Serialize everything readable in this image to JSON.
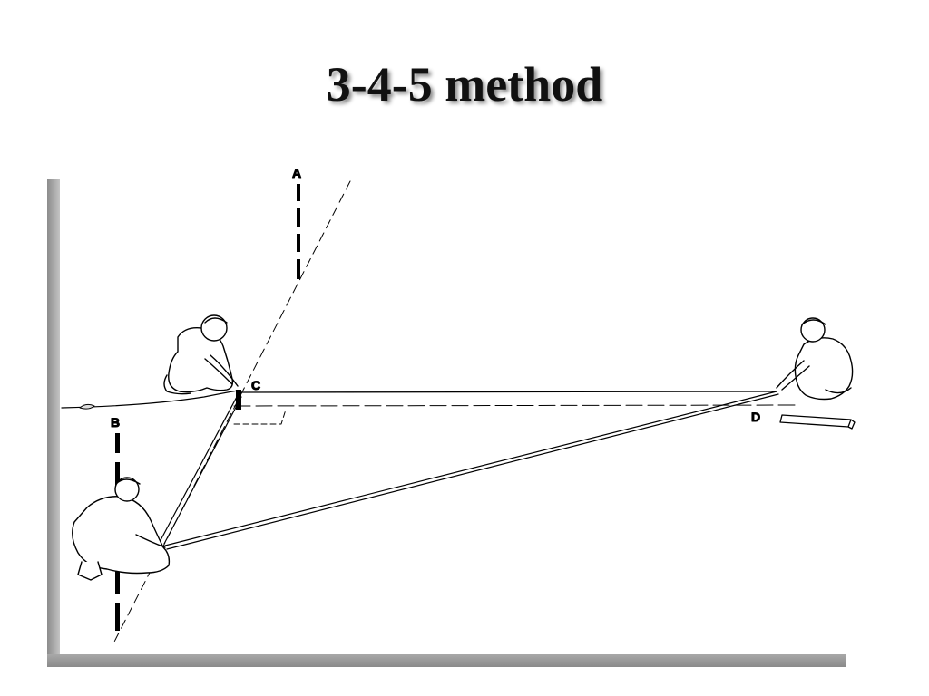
{
  "slide": {
    "title": "3-4-5 method"
  },
  "diagram": {
    "labels": {
      "a": "A",
      "b": "B",
      "c": "C",
      "d": "D"
    },
    "colors": {
      "ink": "#000000",
      "shadow": "#8f8f8f",
      "background": "#ffffff"
    },
    "icons": [
      "person-icon",
      "ranging-pole-icon",
      "peg-icon",
      "plank-icon"
    ]
  }
}
